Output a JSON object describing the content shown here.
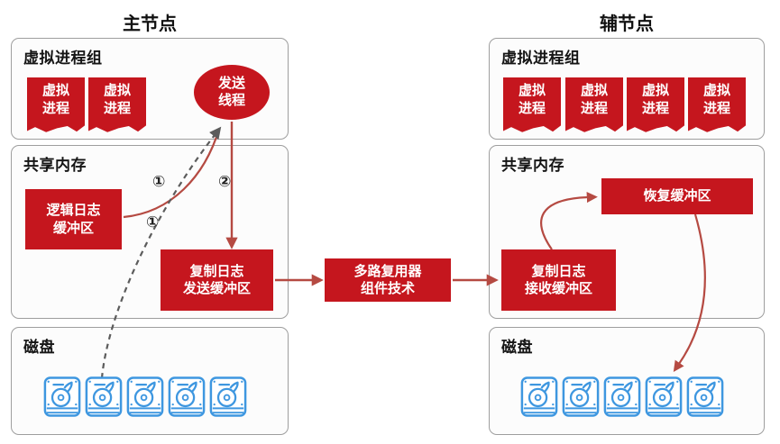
{
  "primary": {
    "title": "主节点",
    "process_group": {
      "label": "虚拟进程组",
      "badges": [
        {
          "line1": "虚拟",
          "line2": "进程"
        },
        {
          "line1": "虚拟",
          "line2": "进程"
        }
      ]
    },
    "send_thread": {
      "line1": "发送",
      "line2": "线程"
    },
    "shared_memory": {
      "label": "共享内存",
      "logical_log_buffer": {
        "line1": "逻辑日志",
        "line2": "缓冲区"
      },
      "replication_log_send_buffer": {
        "line1": "复制日志",
        "line2": "发送缓冲区"
      },
      "steps": {
        "log_to_thread": "①",
        "thread_to_buffer": "②",
        "disk_to_thread": "①"
      }
    },
    "disk": {
      "label": "磁盘",
      "count": 5
    }
  },
  "link": {
    "multiplexer": {
      "line1": "多路复用器",
      "line2": "组件技术"
    }
  },
  "secondary": {
    "title": "辅节点",
    "process_group": {
      "label": "虚拟进程组",
      "badges": [
        {
          "line1": "虚拟",
          "line2": "进程"
        },
        {
          "line1": "虚拟",
          "line2": "进程"
        },
        {
          "line1": "虚拟",
          "line2": "进程"
        },
        {
          "line1": "虚拟",
          "line2": "进程"
        }
      ]
    },
    "shared_memory": {
      "label": "共享内存",
      "recovery_buffer": {
        "label": "恢复缓冲区"
      },
      "replication_log_receive_buffer": {
        "line1": "复制日志",
        "line2": "接收缓冲区"
      }
    },
    "disk": {
      "label": "磁盘",
      "count": 5
    }
  },
  "colors": {
    "box_red": "#C5161E",
    "arrow_red": "#B54A42",
    "dashed_gray": "#5C5C5C",
    "disk_blue": "#3E97E0",
    "panel_border": "#9E9E9E"
  }
}
